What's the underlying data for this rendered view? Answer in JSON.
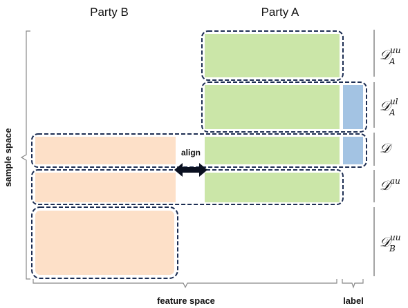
{
  "headers": {
    "party_b": "Party B",
    "party_a": "Party A"
  },
  "axes": {
    "sample_space": "sample space",
    "feature_space": "feature space",
    "label": "label"
  },
  "align_label": "align",
  "datasets": {
    "d_a_uu": {
      "base": "𝒟",
      "sup": "uu",
      "sub": "A"
    },
    "d_a_ul": {
      "base": "𝒟",
      "sup": "ul",
      "sub": "A"
    },
    "d": {
      "base": "𝒟"
    },
    "d_au": {
      "base": "𝒟",
      "sup": "au"
    },
    "d_b_uu": {
      "base": "𝒟",
      "sup": "uu",
      "sub": "B"
    }
  },
  "colors": {
    "green": "#cbe6a8",
    "peach": "#fde0c8",
    "blue": "#a3c3e3",
    "dash": "#1c2d52"
  }
}
